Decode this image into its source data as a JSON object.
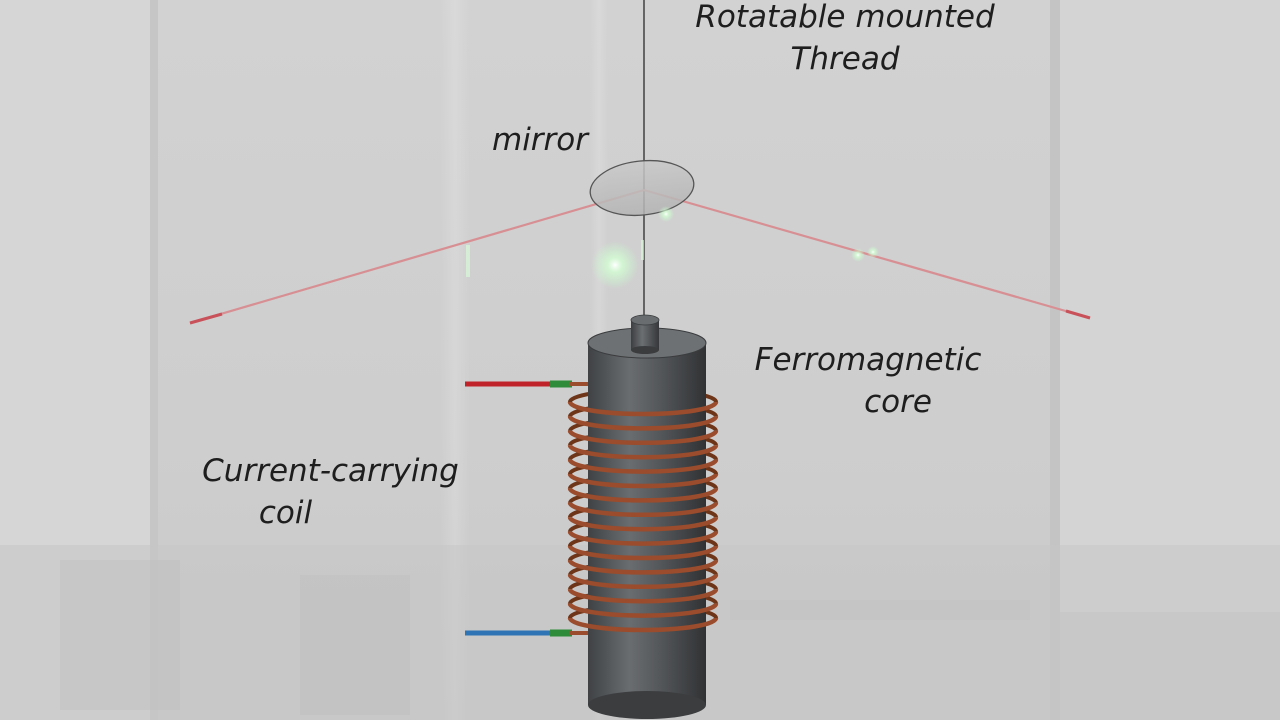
{
  "labels": {
    "thread": {
      "line1": "Rotatable mounted",
      "line2": "Thread"
    },
    "mirror": "mirror",
    "core": {
      "line1": "Ferromagnetic",
      "line2": "core"
    },
    "coil": {
      "line1": "Current-carrying",
      "line2": "coil"
    }
  },
  "colors": {
    "background": "#cfcfcf",
    "laser_beam": "#d88f93",
    "copper_wire": "#9a4c2c",
    "core_metal": "#55585b",
    "lead_positive": "#c0242a",
    "lead_negative": "#2f74b5",
    "lead_connector": "#2e8b3a",
    "glow": "#c8ffcc"
  },
  "coil_turns": 16
}
